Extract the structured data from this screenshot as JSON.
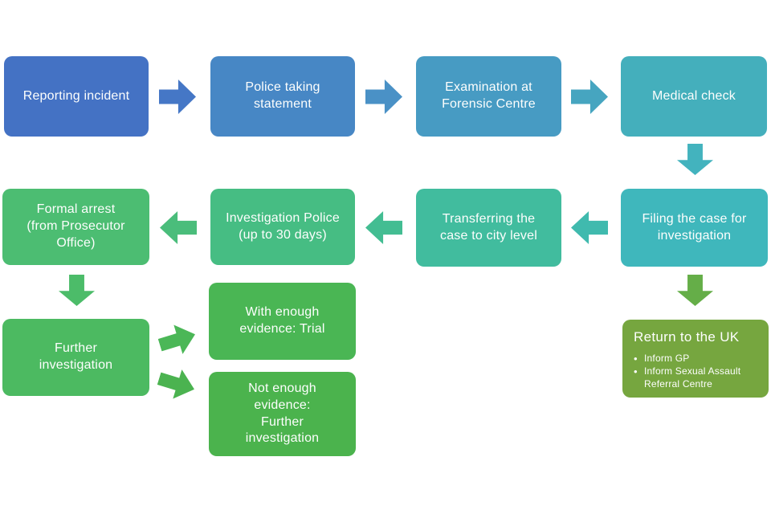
{
  "diagram": {
    "type": "flowchart",
    "background": "#ffffff",
    "text_color": "#fdfefd"
  },
  "nodes": [
    {
      "id": "reporting-incident",
      "label": "Reporting incident",
      "color": "#4472C4"
    },
    {
      "id": "police-taking-statement",
      "label": "Police taking\nstatement",
      "color": "#4787C5"
    },
    {
      "id": "examination-forensic-centre",
      "label": "Examination at\nForensic Centre",
      "color": "#479BC3"
    },
    {
      "id": "medical-check",
      "label": "Medical check",
      "color": "#44AFBC"
    },
    {
      "id": "filing-case-investigation",
      "label": "Filing the case for\ninvestigation",
      "color": "#3FB7BC"
    },
    {
      "id": "transferring-case-city-level",
      "label": "Transferring the\ncase to city level",
      "color": "#41BC9E"
    },
    {
      "id": "investigation-police-30-days",
      "label": "Investigation Police\n(up to 30 days)",
      "color": "#46BD83"
    },
    {
      "id": "formal-arrest",
      "label": "Formal arrest\n(from Prosecutor\nOffice)",
      "color": "#4CBD72"
    },
    {
      "id": "further-investigation",
      "label": "Further\ninvestigation",
      "color": "#4CBA61"
    },
    {
      "id": "with-enough-evidence-trial",
      "label": "With enough\nevidence: Trial",
      "color": "#4AB654"
    },
    {
      "id": "not-enough-evidence",
      "label": "Not enough\nevidence:\nFurther\ninvestigation",
      "color": "#4BB34D"
    },
    {
      "id": "return-to-uk",
      "title": "Return to the UK",
      "bullets": [
        "Inform GP",
        "Inform Sexual Assault Referral Centre"
      ],
      "color": "#76A63F"
    }
  ],
  "arrows": [
    {
      "id": "reporting-to-police",
      "direction": "right",
      "color": "#4577C6"
    },
    {
      "id": "police-to-examination",
      "direction": "right",
      "color": "#4A91C6"
    },
    {
      "id": "examination-to-medical",
      "direction": "right",
      "color": "#46A5C0"
    },
    {
      "id": "medical-to-filing",
      "direction": "down",
      "color": "#43B3BE"
    },
    {
      "id": "filing-to-transferring",
      "direction": "left",
      "color": "#40BAAE"
    },
    {
      "id": "transferring-to-investigation",
      "direction": "left",
      "color": "#43BD92"
    },
    {
      "id": "investigation-to-formal-arrest",
      "direction": "left",
      "color": "#4ABD7B"
    },
    {
      "id": "formal-arrest-to-further",
      "direction": "down",
      "color": "#4CBC69"
    },
    {
      "id": "further-to-trial",
      "direction": "up-right",
      "color": "#4BB757"
    },
    {
      "id": "further-to-not-enough",
      "direction": "down-right",
      "color": "#4BB350"
    },
    {
      "id": "filing-to-return-uk",
      "direction": "down",
      "color": "#65AE48"
    }
  ]
}
